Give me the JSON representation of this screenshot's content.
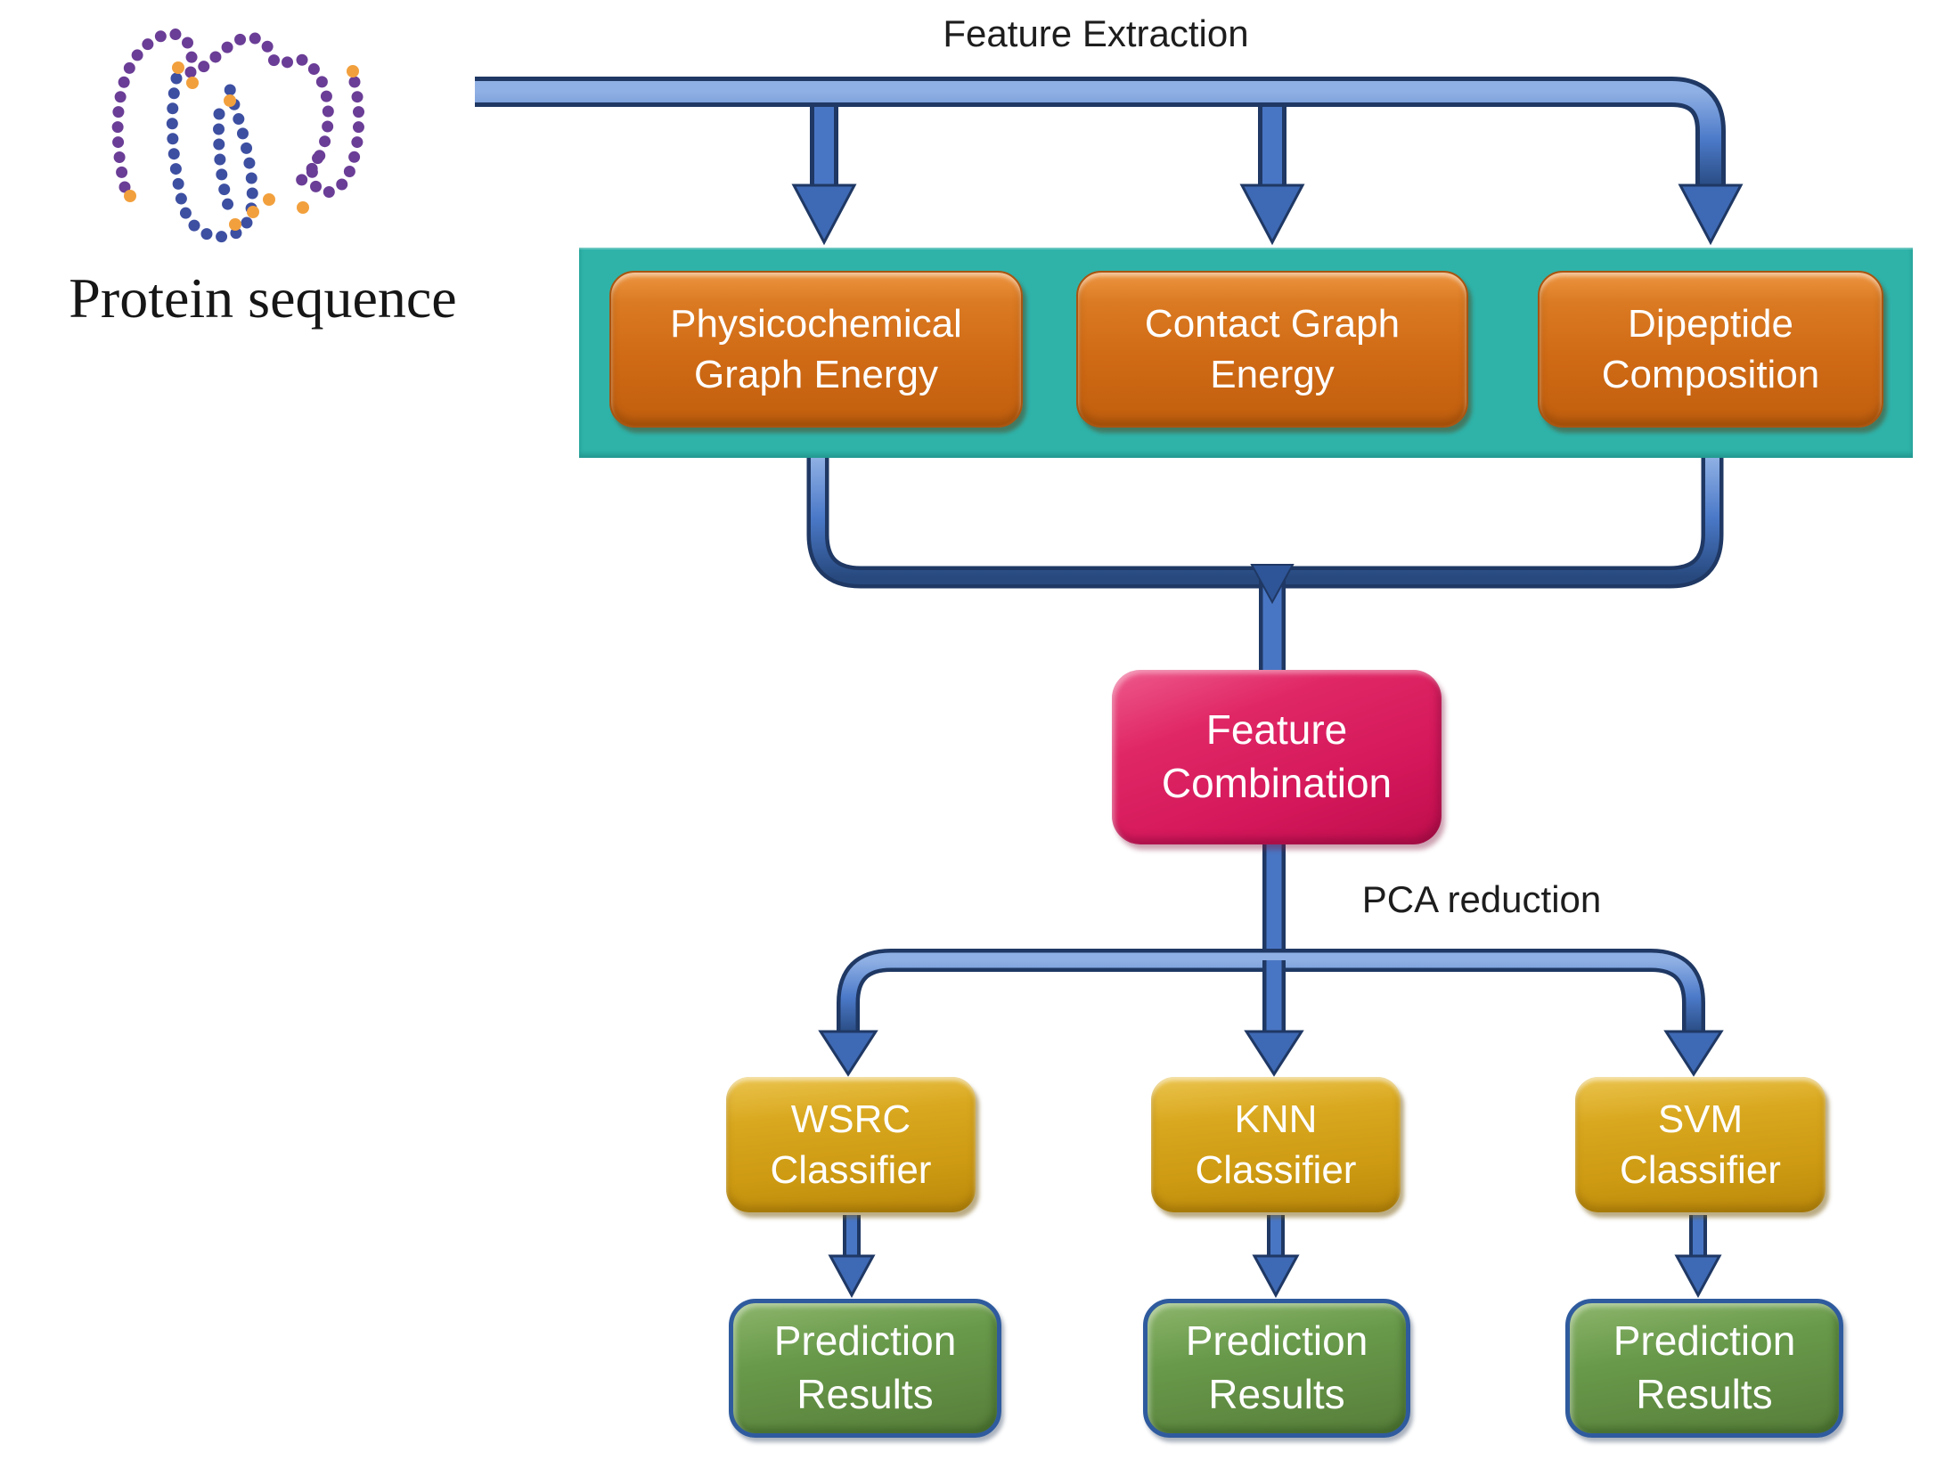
{
  "labels": {
    "protein_sequence": "Protein sequence",
    "feature_extraction": "Feature Extraction",
    "pca_reduction": "PCA  reduction"
  },
  "nodes": {
    "physicochemical": {
      "label": "Physicochemical Graph Energy"
    },
    "contact": {
      "label": "Contact Graph Energy"
    },
    "dipeptide": {
      "label": "Dipeptide Composition"
    },
    "combination": {
      "label": "Feature Combination"
    },
    "wsrc": {
      "label": "WSRC Classifier"
    },
    "knn": {
      "label": "KNN Classifier"
    },
    "svm": {
      "label": "SVM Classifier"
    },
    "prediction1": {
      "label": "Prediction Results"
    },
    "prediction2": {
      "label": "Prediction Results"
    },
    "prediction3": {
      "label": "Prediction Results"
    }
  },
  "edges": [
    {
      "from": "protein-sequence",
      "to": "physicochemical-graph-energy",
      "label": "Feature Extraction"
    },
    {
      "from": "protein-sequence",
      "to": "contact-graph-energy",
      "label": "Feature Extraction"
    },
    {
      "from": "protein-sequence",
      "to": "dipeptide-composition",
      "label": "Feature Extraction"
    },
    {
      "from": "physicochemical-graph-energy",
      "to": "feature-combination",
      "label": ""
    },
    {
      "from": "contact-graph-energy",
      "to": "feature-combination",
      "label": ""
    },
    {
      "from": "dipeptide-composition",
      "to": "feature-combination",
      "label": ""
    },
    {
      "from": "feature-combination",
      "to": "wsrc-classifier",
      "label": "PCA reduction"
    },
    {
      "from": "feature-combination",
      "to": "knn-classifier",
      "label": "PCA reduction"
    },
    {
      "from": "feature-combination",
      "to": "svm-classifier",
      "label": "PCA reduction"
    },
    {
      "from": "wsrc-classifier",
      "to": "prediction-results-1",
      "label": ""
    },
    {
      "from": "knn-classifier",
      "to": "prediction-results-2",
      "label": ""
    },
    {
      "from": "svm-classifier",
      "to": "prediction-results-3",
      "label": ""
    }
  ],
  "colors": {
    "arrow_blue": "#4472C4",
    "arrow_outline": "#1F3864",
    "feature_band_teal": "#2FB3A9",
    "feature_box_orange": "#D06A15",
    "combination_pink": "#D4175A",
    "classifier_gold": "#CD9A12",
    "results_green": "#68994A",
    "results_border_blue": "#2F5B9E",
    "bead_purple": "#6A3D96",
    "bead_blue": "#3D4FA1",
    "bead_orange": "#F2A03D",
    "text_white": "#FFFFFF",
    "text_dark": "#1D1D1D"
  }
}
